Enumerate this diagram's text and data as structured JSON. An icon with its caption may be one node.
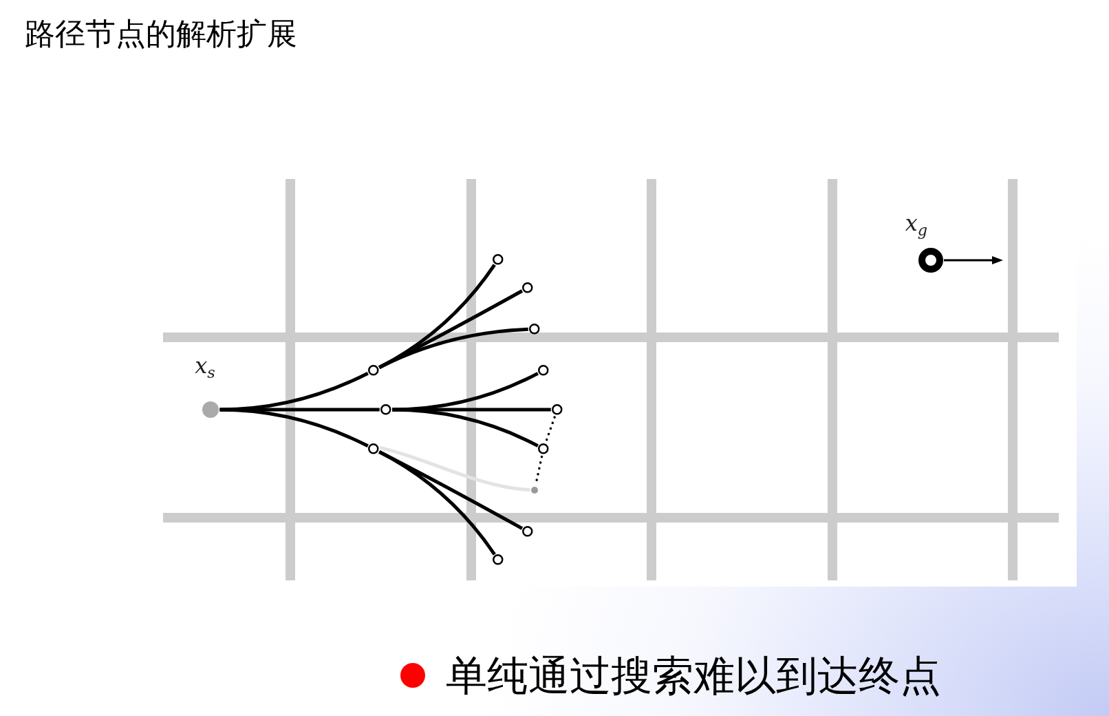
{
  "diagram": {
    "title": "路径节点的解析扩展",
    "nodes": [
      {
        "text": [],
        "shape": "circle",
        "beside": [
          "x$_{s}$"
        ]
      },
      {
        "text": [],
        "shape": "circle"
      },
      {
        "text": [],
        "shape": "circle"
      },
      {
        "text": [],
        "shape": "circle"
      },
      {
        "text": [],
        "shape": "circle"
      },
      {
        "text": [],
        "shape": "circle"
      },
      {
        "text": [],
        "shape": "circle"
      },
      {
        "text": [],
        "shape": "circle"
      },
      {
        "text": [],
        "shape": "circle"
      },
      {
        "text": [],
        "shape": "circle"
      },
      {
        "text": [],
        "shape": "circle"
      },
      {
        "text": [],
        "shape": "circle"
      },
      {
        "text": [],
        "shape": "circle"
      },
      {
        "text": [],
        "shape": "circle",
        "beside": [
          "x$_{g}$"
        ]
      }
    ],
    "edges": [
      {
        "from": 0,
        "to": 1,
        "arrow": "none"
      },
      {
        "from": 0,
        "to": 2,
        "arrow": "none"
      },
      {
        "from": 0,
        "to": 3,
        "arrow": "none"
      },
      {
        "from": 1,
        "to": 4,
        "arrow": "none"
      },
      {
        "from": 1,
        "to": 5,
        "arrow": "none"
      },
      {
        "from": 1,
        "to": 6,
        "arrow": "none"
      },
      {
        "from": 2,
        "to": 7,
        "arrow": "none"
      },
      {
        "from": 2,
        "to": 8,
        "arrow": "none"
      },
      {
        "from": 2,
        "to": 9,
        "arrow": "none"
      },
      {
        "from": 3,
        "to": 10,
        "arrow": "none",
        "color": "#e3e3e3"
      },
      {
        "from": 3,
        "to": 11,
        "arrow": "none"
      },
      {
        "from": 3,
        "to": 12,
        "arrow": "none"
      },
      {
        "from": 8,
        "to": 9,
        "arrow": "none",
        "style": "dashed"
      },
      {
        "from": 9,
        "to": 10,
        "arrow": "none",
        "style": "dashed"
      }
    ],
    "labels": [
      "单纯通过搜索难以到达终点"
    ]
  }
}
